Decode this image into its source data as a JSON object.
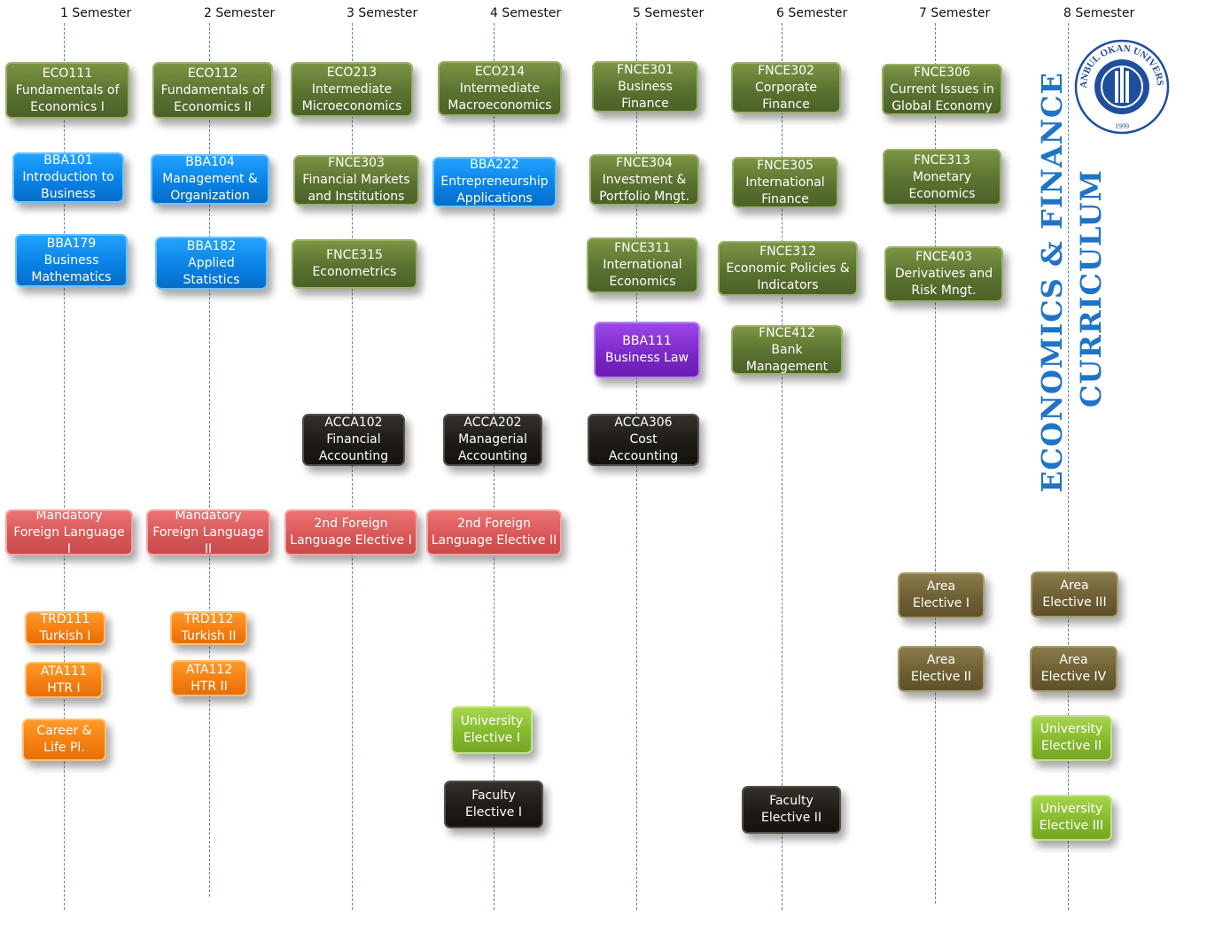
{
  "semesters": [
    {
      "label": "1 Semester"
    },
    {
      "label": "2 Semester"
    },
    {
      "label": "3 Semester"
    },
    {
      "label": "4 Semester"
    },
    {
      "label": "5 Semester"
    },
    {
      "label": "6 Semester"
    },
    {
      "label": "7 Semester"
    },
    {
      "label": "8 Semester"
    }
  ],
  "title": {
    "line1": "ECONOMICS & FINANCE",
    "line2": "CURRICULUM"
  },
  "logo": {
    "text": "ISTANBUL OKAN UNIVERSITY",
    "year": "1999"
  },
  "colors": {
    "core_finance": "#5a7230",
    "business": "#0a82e6",
    "accounting": "#1e1b16",
    "language": "#d85858",
    "general": "#f57f10",
    "law": "#7d28c8",
    "area_elective": "#6e6034",
    "university_elective": "#86b92e",
    "title": "#1f73c8"
  },
  "courses": [
    {
      "id": "eco111",
      "semester": 1,
      "category": "green",
      "lines": [
        "ECO111",
        "Fundamentals of",
        "Economics I"
      ]
    },
    {
      "id": "eco112",
      "semester": 2,
      "category": "green",
      "lines": [
        "ECO112",
        "Fundamentals of",
        "Economics II"
      ]
    },
    {
      "id": "eco213",
      "semester": 3,
      "category": "green",
      "lines": [
        "ECO213",
        "Intermediate",
        "Microeconomics"
      ]
    },
    {
      "id": "eco214",
      "semester": 4,
      "category": "green",
      "lines": [
        "ECO214",
        "Intermediate",
        "Macroeconomics"
      ]
    },
    {
      "id": "fnce301",
      "semester": 5,
      "category": "green",
      "lines": [
        "FNCE301",
        "Business",
        "Finance"
      ]
    },
    {
      "id": "fnce302",
      "semester": 6,
      "category": "green",
      "lines": [
        "FNCE302",
        "Corporate",
        "Finance"
      ]
    },
    {
      "id": "fnce306",
      "semester": 7,
      "category": "green",
      "lines": [
        "FNCE306",
        "Current Issues in",
        "Global Economy"
      ]
    },
    {
      "id": "bba101",
      "semester": 1,
      "category": "blue",
      "lines": [
        "BBA101",
        "Introduction to",
        "Business"
      ]
    },
    {
      "id": "bba104",
      "semester": 2,
      "category": "blue",
      "lines": [
        "BBA104",
        "Management &",
        "Organization"
      ]
    },
    {
      "id": "fnce303",
      "semester": 3,
      "category": "green",
      "lines": [
        "FNCE303",
        "Financial Markets",
        "and Institutions"
      ]
    },
    {
      "id": "bba222",
      "semester": 4,
      "category": "blue",
      "lines": [
        "BBA222",
        "Entrepreneurship",
        "Applications"
      ]
    },
    {
      "id": "fnce304",
      "semester": 5,
      "category": "green",
      "lines": [
        "FNCE304",
        "Investment &",
        "Portfolio Mngt."
      ]
    },
    {
      "id": "fnce305",
      "semester": 6,
      "category": "green",
      "lines": [
        "FNCE305",
        "International",
        "Finance"
      ]
    },
    {
      "id": "fnce313",
      "semester": 7,
      "category": "green",
      "lines": [
        "FNCE313",
        "Monetary",
        "Economics"
      ]
    },
    {
      "id": "bba179",
      "semester": 1,
      "category": "blue",
      "lines": [
        "BBA179",
        "Business",
        "Mathematics"
      ]
    },
    {
      "id": "bba182",
      "semester": 2,
      "category": "blue",
      "lines": [
        "BBA182",
        "Applied",
        "Statistics"
      ]
    },
    {
      "id": "fnce315",
      "semester": 3,
      "category": "green",
      "lines": [
        "FNCE315",
        "Econometrics"
      ]
    },
    {
      "id": "fnce311",
      "semester": 5,
      "category": "green",
      "lines": [
        "FNCE311",
        "International",
        "Economics"
      ]
    },
    {
      "id": "fnce312",
      "semester": 6,
      "category": "green",
      "lines": [
        "FNCE312",
        "Economic Policies &",
        "Indicators"
      ]
    },
    {
      "id": "fnce403",
      "semester": 7,
      "category": "green",
      "lines": [
        "FNCE403",
        "Derivatives and",
        "Risk Mngt."
      ]
    },
    {
      "id": "bba111",
      "semester": 5,
      "category": "purple",
      "lines": [
        "BBA111",
        "Business Law"
      ]
    },
    {
      "id": "fnce412",
      "semester": 6,
      "category": "green",
      "lines": [
        "FNCE412",
        "Bank",
        "Management"
      ]
    },
    {
      "id": "acca102",
      "semester": 3,
      "category": "black",
      "lines": [
        "ACCA102",
        "Financial",
        "Accounting"
      ]
    },
    {
      "id": "acca202",
      "semester": 4,
      "category": "black",
      "lines": [
        "ACCA202",
        "Managerial",
        "Accounting"
      ]
    },
    {
      "id": "acca306",
      "semester": 5,
      "category": "black",
      "lines": [
        "ACCA306",
        "Cost",
        "Accounting"
      ]
    },
    {
      "id": "mfl1",
      "semester": 1,
      "category": "red",
      "lines": [
        "Mandatory",
        "Foreign Language",
        "I"
      ]
    },
    {
      "id": "mfl2",
      "semester": 2,
      "category": "red",
      "lines": [
        "Mandatory",
        "Foreign Language",
        "II"
      ]
    },
    {
      "id": "fle1",
      "semester": 3,
      "category": "red",
      "lines": [
        "2nd Foreign",
        "Language Elective I"
      ]
    },
    {
      "id": "fle2",
      "semester": 4,
      "category": "red",
      "lines": [
        "2nd Foreign",
        "Language Elective II"
      ]
    },
    {
      "id": "area1",
      "semester": 7,
      "category": "olive",
      "lines": [
        "Area",
        "Elective I"
      ]
    },
    {
      "id": "area3",
      "semester": 8,
      "category": "olive",
      "lines": [
        "Area",
        "Elective III"
      ]
    },
    {
      "id": "trd111",
      "semester": 1,
      "category": "orange",
      "lines": [
        "TRD111",
        "Turkish I"
      ]
    },
    {
      "id": "trd112",
      "semester": 2,
      "category": "orange",
      "lines": [
        "TRD112",
        "Turkish II"
      ]
    },
    {
      "id": "ata111",
      "semester": 1,
      "category": "orange",
      "lines": [
        "ATA111",
        "HTR I"
      ]
    },
    {
      "id": "ata112",
      "semester": 2,
      "category": "orange",
      "lines": [
        "ATA112",
        "HTR II"
      ]
    },
    {
      "id": "area2",
      "semester": 7,
      "category": "olive",
      "lines": [
        "Area",
        "Elective II"
      ]
    },
    {
      "id": "area4",
      "semester": 8,
      "category": "olive",
      "lines": [
        "Area",
        "Elective IV"
      ]
    },
    {
      "id": "career",
      "semester": 1,
      "category": "orange",
      "lines": [
        "Career &",
        "Life Pl."
      ]
    },
    {
      "id": "ue1",
      "semester": 4,
      "category": "lime",
      "lines": [
        "University",
        "Elective I"
      ]
    },
    {
      "id": "ue2",
      "semester": 8,
      "category": "lime",
      "lines": [
        "University",
        "Elective II"
      ]
    },
    {
      "id": "fe1",
      "semester": 4,
      "category": "black",
      "lines": [
        "Faculty",
        "Elective I"
      ]
    },
    {
      "id": "fe2",
      "semester": 6,
      "category": "black",
      "lines": [
        "Faculty",
        "Elective II"
      ]
    },
    {
      "id": "ue3",
      "semester": 8,
      "category": "lime",
      "lines": [
        "University",
        "Elective III"
      ]
    }
  ]
}
